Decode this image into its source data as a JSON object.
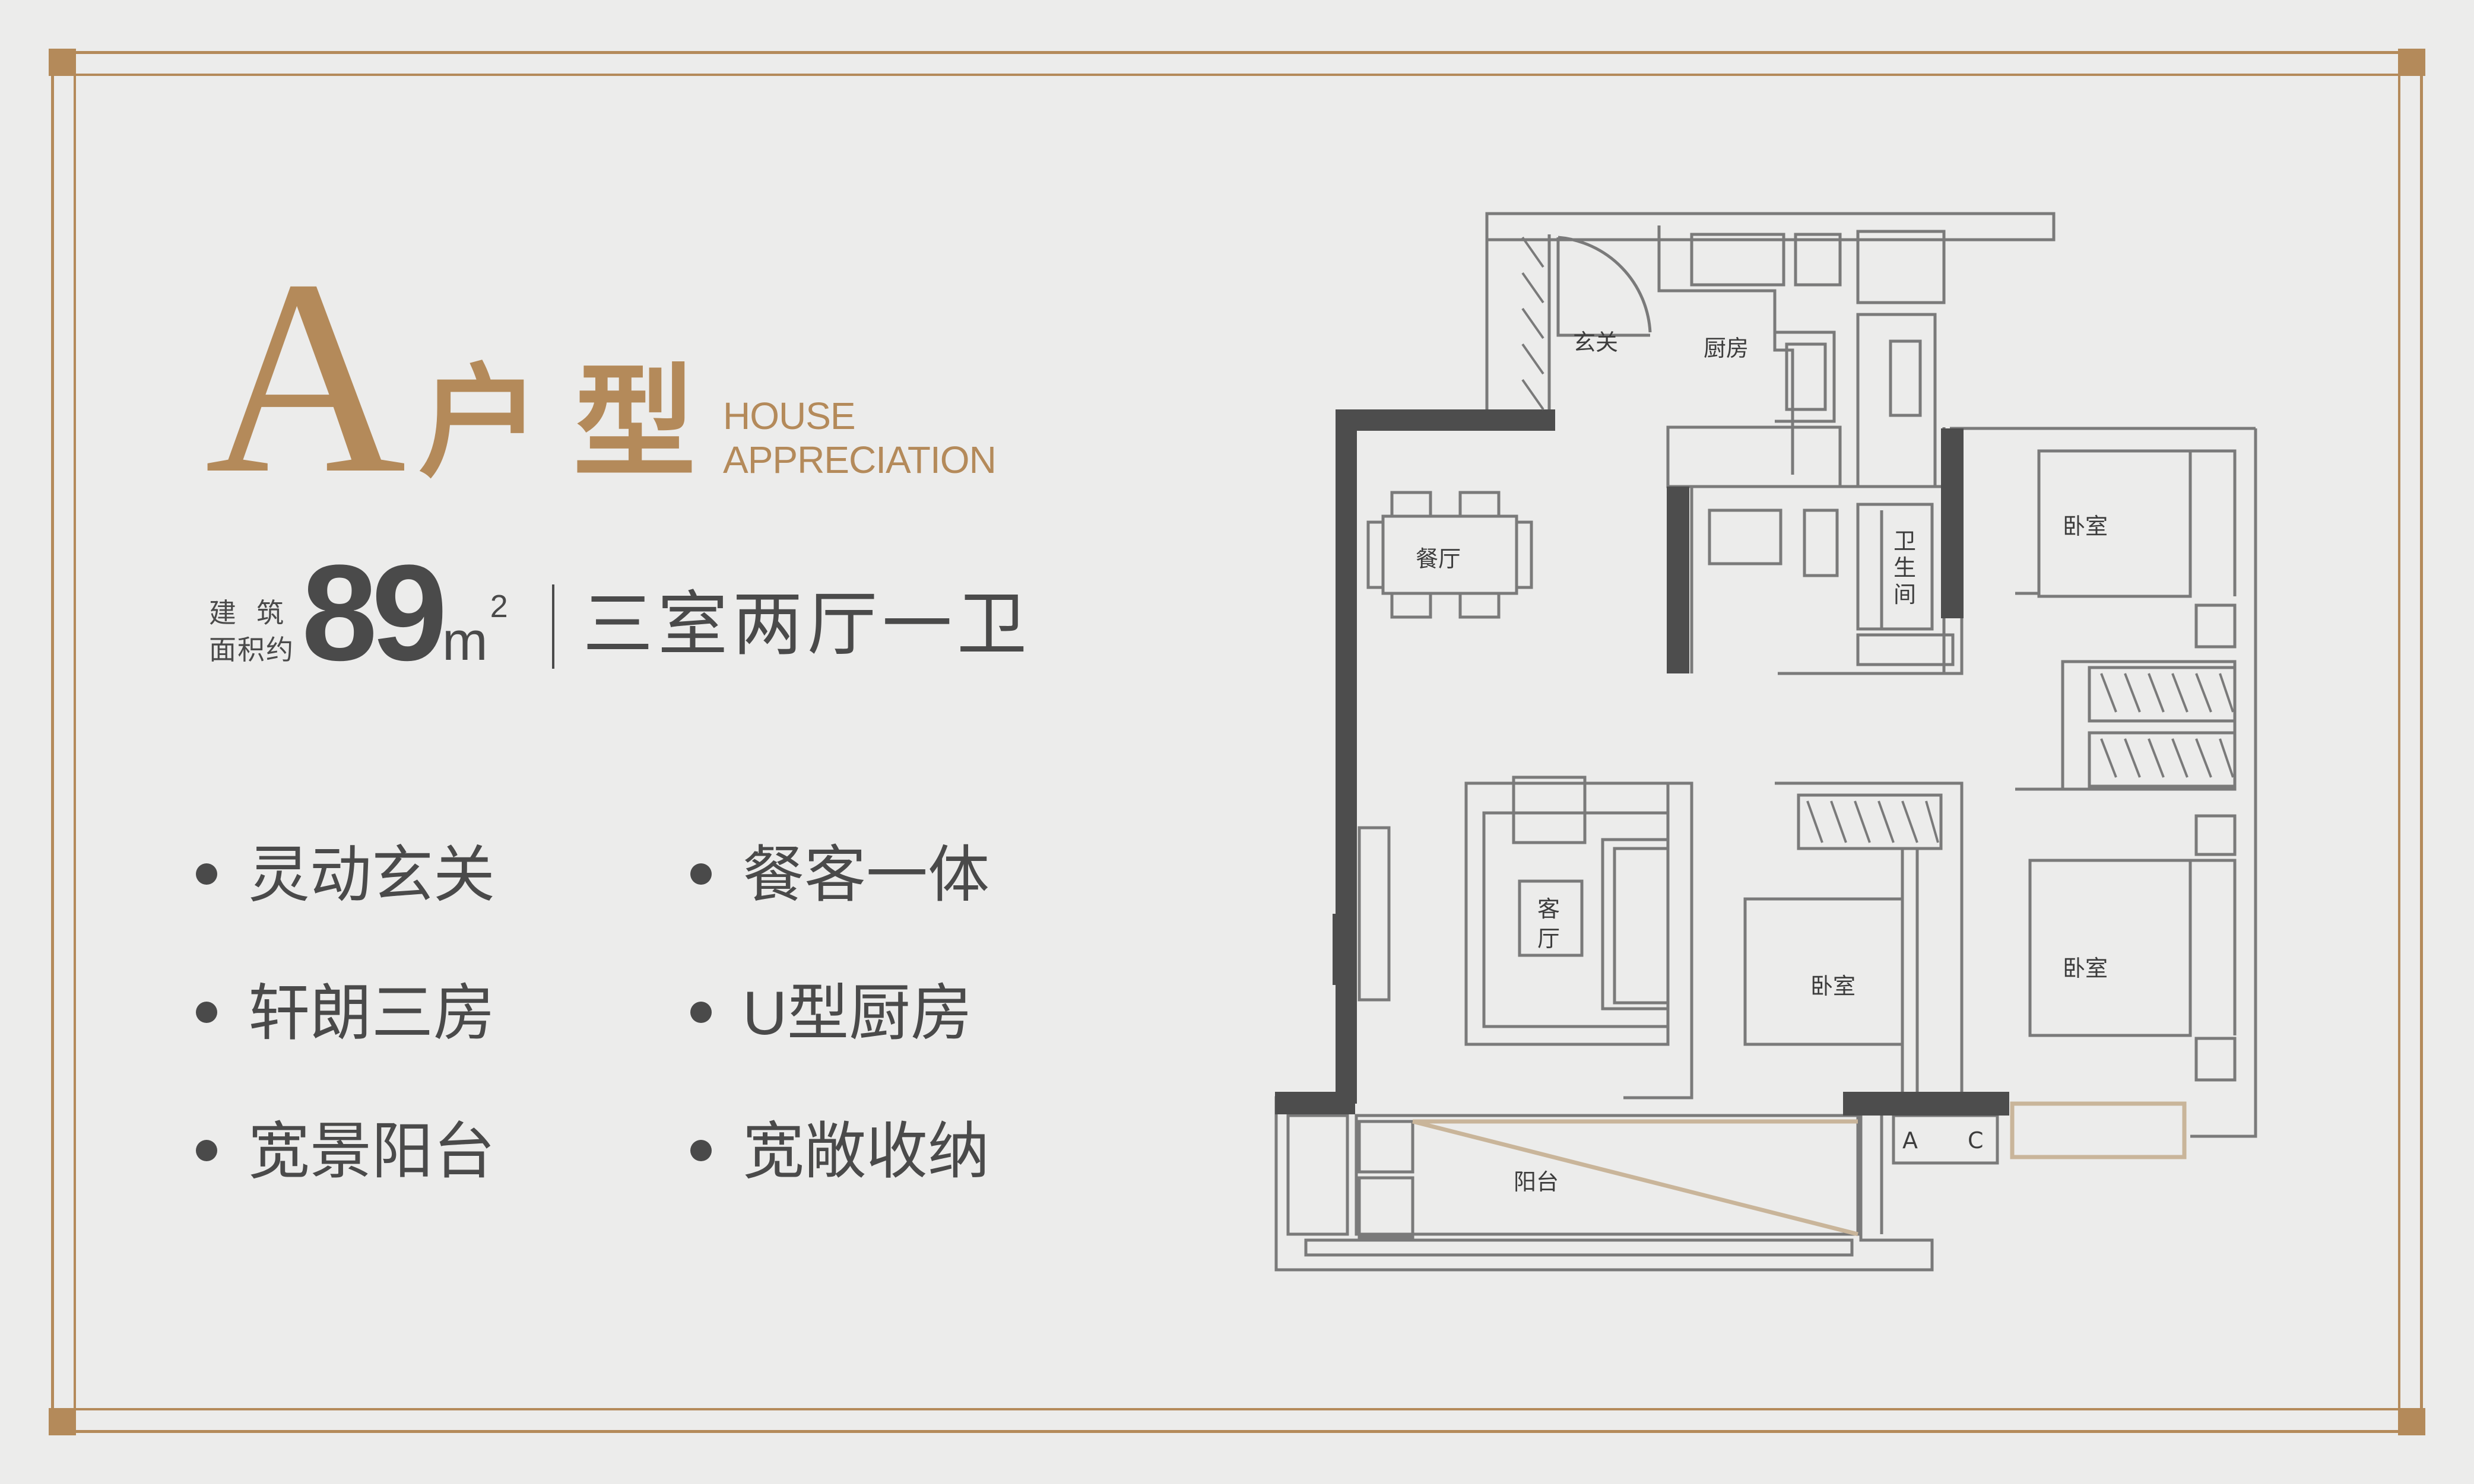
{
  "title": {
    "letter": "A",
    "cn": "户型",
    "en_line1": "HOUSE",
    "en_line2": "APPRECIATION"
  },
  "area": {
    "label_line1": "建筑",
    "label_line2": "面积约",
    "value": "89",
    "unit": "m",
    "unit_sup": "2"
  },
  "layout_name": "三室两厅一卫",
  "features": [
    "灵动玄关",
    "餐客一体",
    "轩朗三房",
    "U型厨房",
    "宽景阳台",
    "宽敞收纳"
  ],
  "rooms": {
    "entrance": "玄关",
    "kitchen": "厨房",
    "dining": "餐厅",
    "living_1": "客",
    "living_2": "厅",
    "bath_1": "卫",
    "bath_2": "生",
    "bath_3": "间",
    "bedroom_ne": "卧室",
    "bedroom_se": "卧室",
    "bedroom_mid": "卧室",
    "balcony": "阳台",
    "ac_a": "A",
    "ac_c": "C"
  },
  "colors": {
    "accent": "#b48a5a",
    "text": "#4a4a4a",
    "background": "#ececeb",
    "wall": "#4d4d4d"
  }
}
